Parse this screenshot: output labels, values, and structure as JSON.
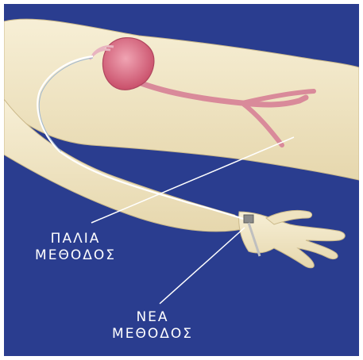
{
  "labels": {
    "old_method": [
      "ΠΑΛΙΑ",
      "ΜΕΘΟΔΟΣ"
    ],
    "new_method": [
      "ΝΕΑ",
      "ΜΕΘΟΔΟΣ"
    ]
  },
  "colors": {
    "background": "#2a3d8f",
    "skin": "#f2e7c8",
    "vessel": "#d98a9a",
    "heart": "#d9607a",
    "catheter": "#ffffff",
    "pointer_lines": "#ffffff"
  }
}
